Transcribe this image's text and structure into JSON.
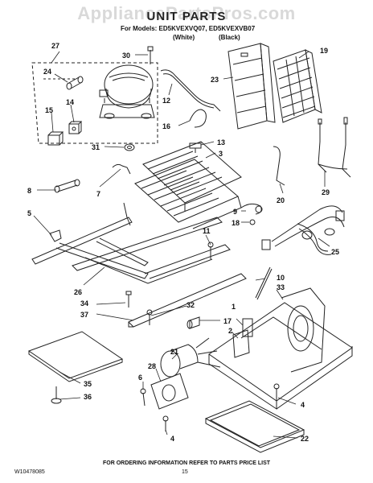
{
  "watermark": "AppliancePartsPros.com",
  "title": "UNIT PARTS",
  "models": {
    "label": "For Models: ED5KVEXVQ07, ED5KVEXVB07",
    "variant_1": "(White)",
    "variant_2": "(Black)"
  },
  "callouts": {
    "n1": "1",
    "n2": "2",
    "n3": "3",
    "n4a": "4",
    "n4b": "4",
    "n5": "5",
    "n6": "6",
    "n7": "7",
    "n8": "8",
    "n9": "9",
    "n10": "10",
    "n11": "11",
    "n12": "12",
    "n13": "13",
    "n14": "14",
    "n15": "15",
    "n16": "16",
    "n17": "17",
    "n18": "18",
    "n19": "19",
    "n20": "20",
    "n21": "21",
    "n22": "22",
    "n23": "23",
    "n24": "24",
    "n25": "25",
    "n26": "26",
    "n27": "27",
    "n28": "28",
    "n29": "29",
    "n30": "30",
    "n31": "31",
    "n32": "32",
    "n33": "33",
    "n34": "34",
    "n35": "35",
    "n36": "36",
    "n37": "37"
  },
  "footer": {
    "note": "FOR ORDERING INFORMATION REFER TO PARTS PRICE LIST",
    "doc_number": "W10478085",
    "page_number": "15"
  }
}
